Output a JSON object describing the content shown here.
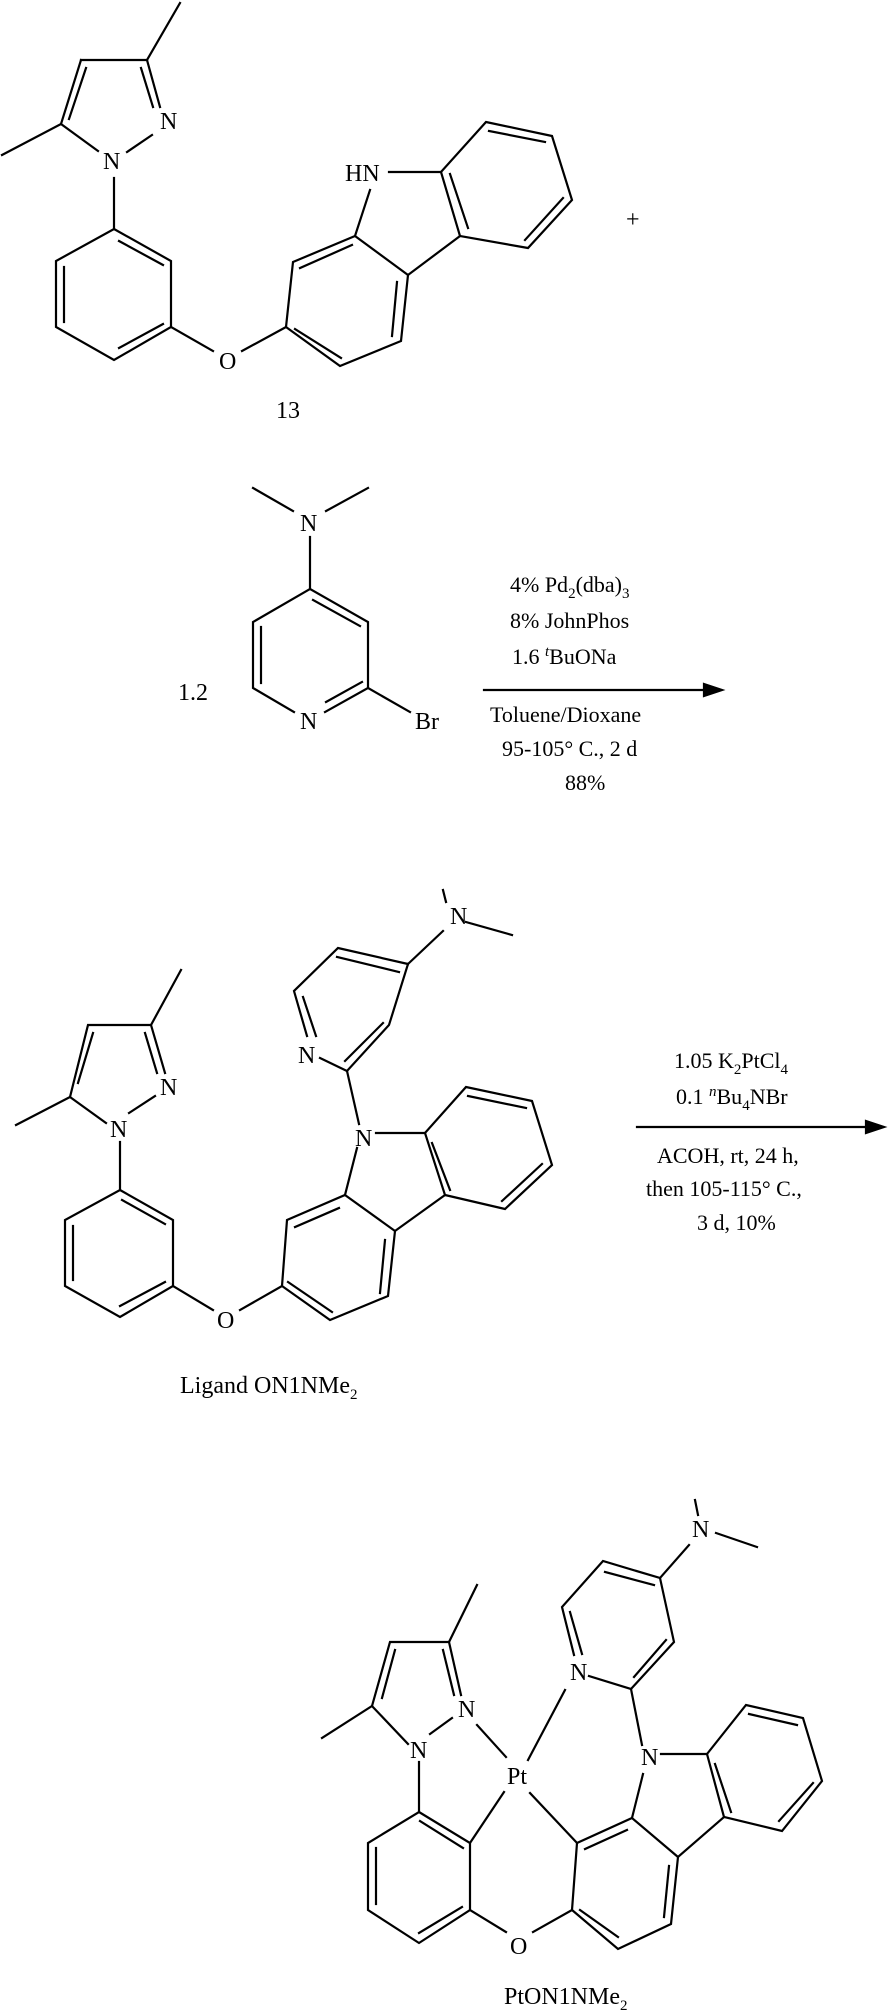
{
  "compound_13": {
    "label": "13",
    "atoms": {
      "pz_n1": "N",
      "pz_n2": "N",
      "nh": "HN",
      "o": "O"
    }
  },
  "plus_sign": "+",
  "reagent_pyridine": {
    "equiv": "1.2",
    "atoms": {
      "nme2": "N",
      "py_n": "N",
      "br": "Br"
    }
  },
  "step1": {
    "above": [
      "4% Pd",
      "2",
      "(dba)",
      "3",
      "8% JohnPhos",
      "1.6 ",
      "t",
      "BuONa"
    ],
    "below": [
      "Toluene/Dioxane",
      "95-105° C., 2 d",
      "88%"
    ]
  },
  "ligand": {
    "label_main": "Ligand ON1NMe",
    "label_sub": "2",
    "atoms": {
      "nme2": "N",
      "py_n": "N",
      "pz_n1": "N",
      "pz_n2": "N",
      "carb_n": "N",
      "o": "O"
    }
  },
  "step2": {
    "above": [
      "1.05 K",
      "2",
      "PtCl",
      "4",
      "0.1 ",
      "n",
      "Bu",
      "4",
      "NBr"
    ],
    "below": [
      "ACOH, rt, 24 h,",
      "then 105-115° C.,",
      "3 d, 10%"
    ]
  },
  "product": {
    "label_main": "PtON1NMe",
    "label_sub": "2",
    "atoms": {
      "nme2": "N",
      "py_n": "N",
      "pz_n1": "N",
      "pz_n2": "N",
      "carb_n": "N",
      "pt": "Pt",
      "o": "O"
    }
  }
}
